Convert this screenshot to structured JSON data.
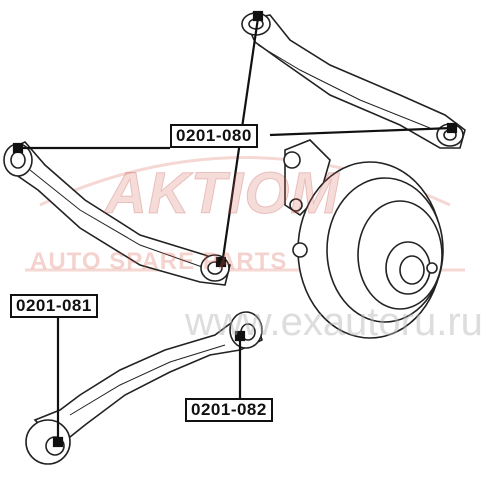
{
  "watermark": {
    "brand": "AKTIOM",
    "tagline": "AUTO SPARE PARTS",
    "url": "www.exautoru.ru"
  },
  "callouts": [
    {
      "id": "0201-080",
      "text": "0201-080"
    },
    {
      "id": "0201-081",
      "text": "0201-081"
    },
    {
      "id": "0201-082",
      "text": "0201-082"
    }
  ],
  "colors": {
    "line": "#111111",
    "watermark": "#e06e5f"
  }
}
